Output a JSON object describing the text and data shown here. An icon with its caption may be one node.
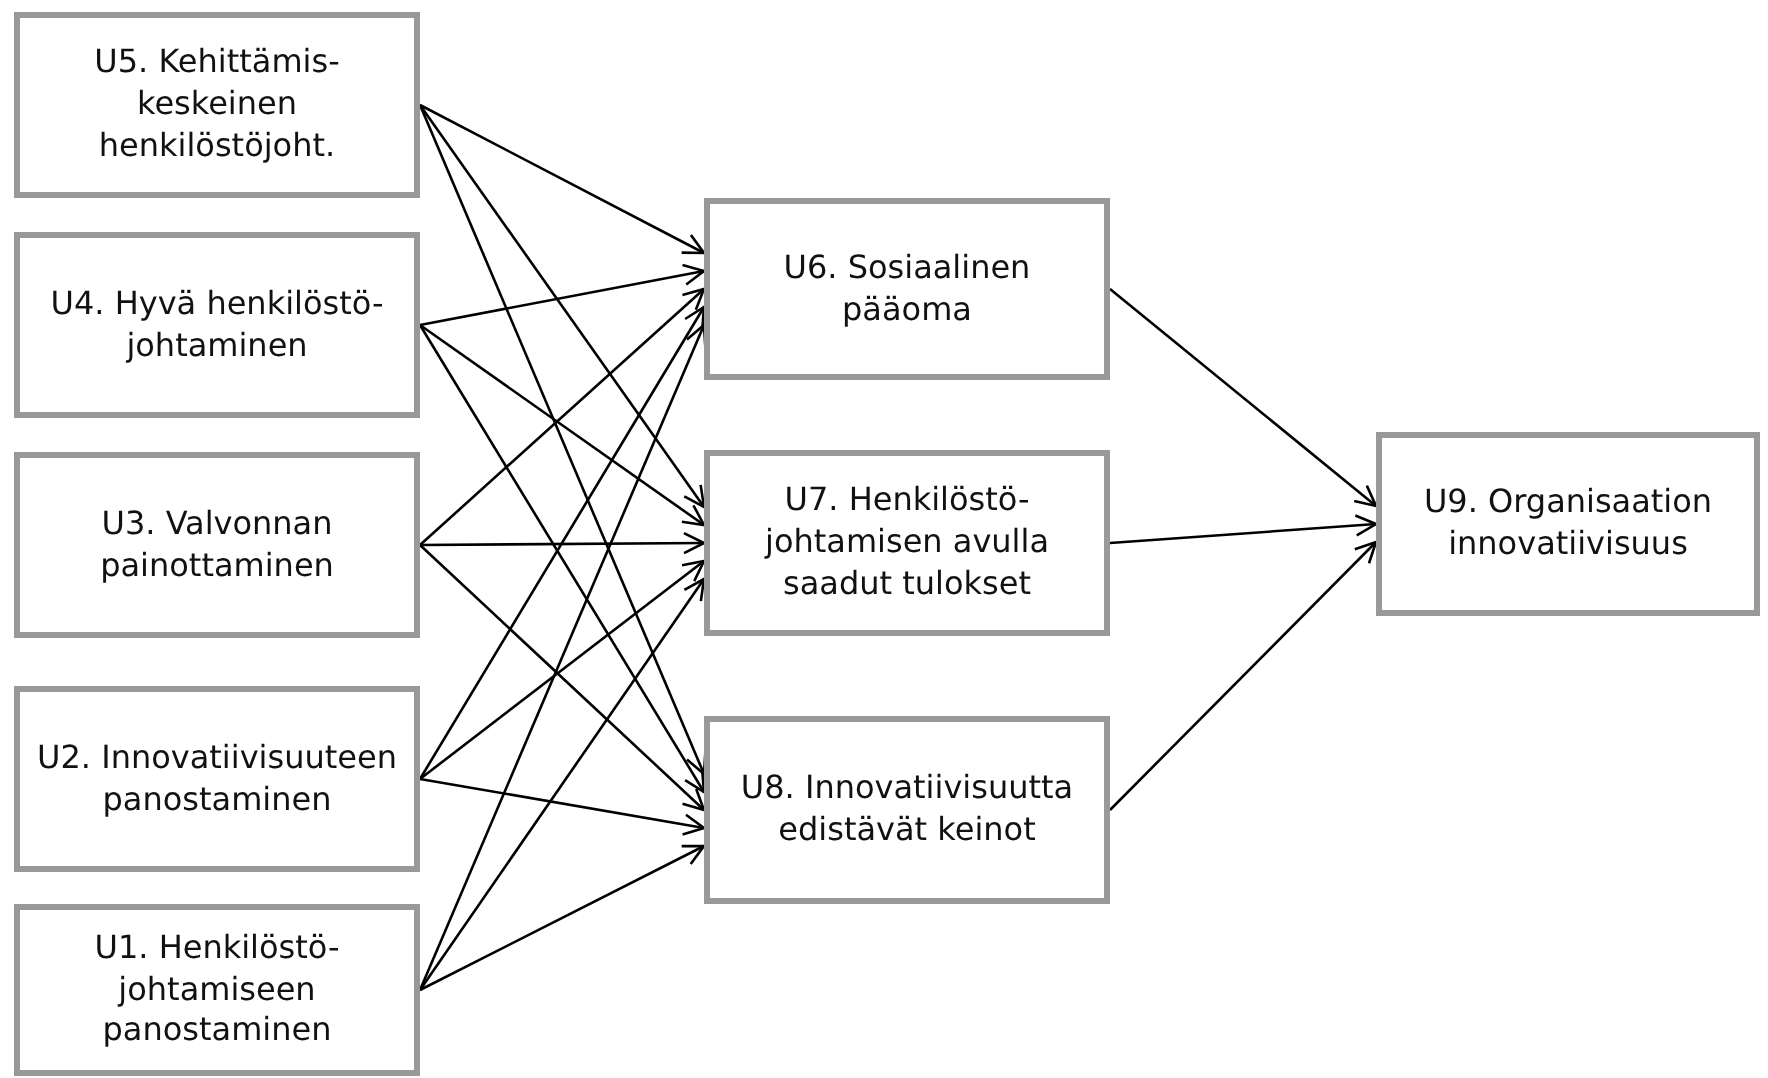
{
  "diagram": {
    "nodes": [
      {
        "text": [
          "U5. Kehittämis- keskeinen henkilöstöjoht."
        ]
      },
      {
        "text": [
          "U4. Hyvä henkilöstö- johtaminen"
        ]
      },
      {
        "text": [
          "U3. Valvonnan painottaminen"
        ]
      },
      {
        "text": [
          "U2. Innovatiivisuuteen panostaminen"
        ]
      },
      {
        "text": [
          "U1. Henkilöstö- johtamiseen panostaminen"
        ]
      },
      {
        "text": [
          "U6. Sosiaalinen pääoma"
        ]
      },
      {
        "text": [
          "U7. Henkilöstö- johtamisen avulla saadut tulokset"
        ]
      },
      {
        "text": [
          "U8. Innovatiivisuutta edistävät keinot"
        ]
      },
      {
        "text": [
          "U9. Organisaation innovatiivisuus"
        ]
      }
    ],
    "edges": [
      {
        "from": 0,
        "to": 5,
        "arrow": "to"
      },
      {
        "from": 0,
        "to": 6,
        "arrow": "to"
      },
      {
        "from": 0,
        "to": 7,
        "arrow": "to"
      },
      {
        "from": 1,
        "to": 5,
        "arrow": "to"
      },
      {
        "from": 1,
        "to": 6,
        "arrow": "to"
      },
      {
        "from": 1,
        "to": 7,
        "arrow": "to"
      },
      {
        "from": 2,
        "to": 5,
        "arrow": "to"
      },
      {
        "from": 2,
        "to": 6,
        "arrow": "to"
      },
      {
        "from": 2,
        "to": 7,
        "arrow": "to"
      },
      {
        "from": 3,
        "to": 5,
        "arrow": "to"
      },
      {
        "from": 3,
        "to": 6,
        "arrow": "to"
      },
      {
        "from": 3,
        "to": 7,
        "arrow": "to"
      },
      {
        "from": 4,
        "to": 5,
        "arrow": "to"
      },
      {
        "from": 4,
        "to": 6,
        "arrow": "to"
      },
      {
        "from": 4,
        "to": 7,
        "arrow": "to"
      },
      {
        "from": 5,
        "to": 8,
        "arrow": "to"
      },
      {
        "from": 6,
        "to": 8,
        "arrow": "to"
      },
      {
        "from": 7,
        "to": 8,
        "arrow": "to"
      }
    ]
  }
}
